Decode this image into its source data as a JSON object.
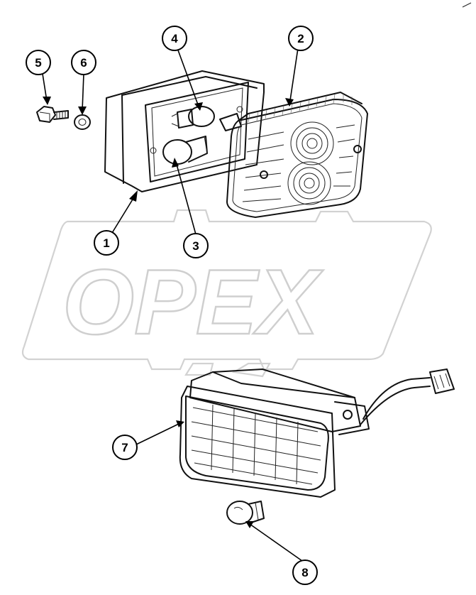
{
  "watermark": {
    "text": "OPEX"
  },
  "callouts": [
    {
      "id": 1,
      "label": "1"
    },
    {
      "id": 2,
      "label": "2"
    },
    {
      "id": 3,
      "label": "3"
    },
    {
      "id": 4,
      "label": "4"
    },
    {
      "id": 5,
      "label": "5"
    },
    {
      "id": 6,
      "label": "6"
    },
    {
      "id": 7,
      "label": "7"
    },
    {
      "id": 8,
      "label": "8"
    }
  ],
  "parts": {
    "housing": "lamp-housing",
    "lens_upper": "indicator-lens",
    "bulb_large": "bulb",
    "bulb_small": "bulb",
    "screw": "screw",
    "washer": "washer",
    "lamp_lower": "side-lamp-assembly",
    "bulb_loose": "bulb"
  }
}
